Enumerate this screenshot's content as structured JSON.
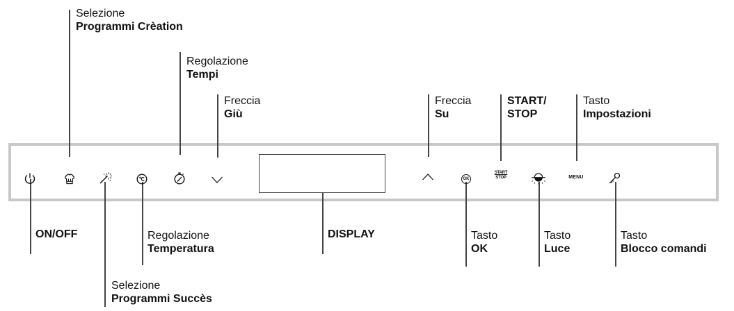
{
  "labels": {
    "programmi_creation": {
      "line1": "Selezione",
      "line2": "Programmi Crèation"
    },
    "tempi": {
      "line1": "Regolazione",
      "line2": "Tempi"
    },
    "freccia_giu": {
      "line1": "Freccia",
      "line2": "Giù"
    },
    "freccia_su": {
      "line1": "Freccia",
      "line2": "Su"
    },
    "start_stop": {
      "line1": "START/",
      "line2": "STOP"
    },
    "impostazioni": {
      "line1": "Tasto",
      "line2": "Impostazioni"
    },
    "on_off": {
      "text": "ON/OFF"
    },
    "temperatura": {
      "line1": "Regolazione",
      "line2": "Temperatura"
    },
    "display": {
      "text": "DISPLAY"
    },
    "ok": {
      "line1": "Tasto",
      "line2": "OK"
    },
    "luce": {
      "line1": "Tasto",
      "line2": "Luce"
    },
    "blocco": {
      "line1": "Tasto",
      "line2": "Blocco comandi"
    },
    "programmi_succes": {
      "line1": "Selezione",
      "line2": "Programmi Succès"
    }
  },
  "icons": {
    "power": "power-icon",
    "chef_hat": "chef-hat-icon",
    "magic_wand": "magic-wand-icon",
    "temperature": "temperature-icon",
    "timer": "timer-icon",
    "arrow_down": "chevron-down-icon",
    "arrow_up": "chevron-up-icon",
    "ok": "ok-icon",
    "start_stop": "start-stop-icon",
    "light": "light-icon",
    "menu": "menu-icon",
    "lock": "key-icon"
  },
  "buttons": {
    "ok_text": "OK",
    "start_text": "START",
    "stop_text": "STOP",
    "menu_text": "MENU"
  },
  "colors": {
    "panel_border": "#c8c8c8",
    "line": "#444444",
    "text": "#111111"
  }
}
